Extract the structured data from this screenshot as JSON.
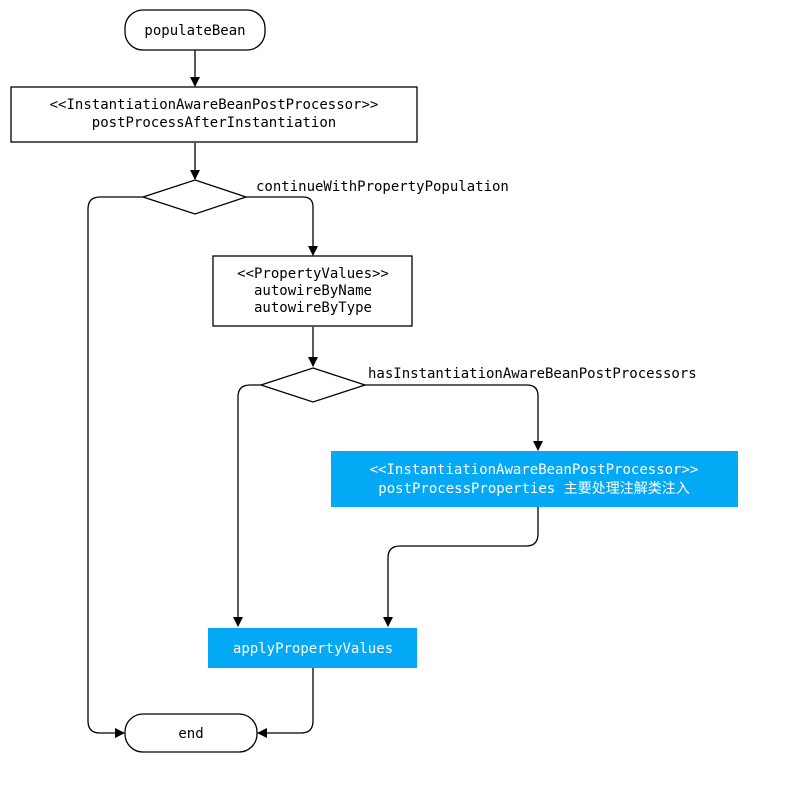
{
  "diagram": {
    "colors": {
      "stroke": "#000000",
      "highlight_fill": "#03a9f4",
      "highlight_text": "#ffffff",
      "background": "#ffffff"
    },
    "start": "populateBean",
    "step1": {
      "line1": "<<InstantiationAwareBeanPostProcessor>>",
      "line2": "postProcessAfterInstantiation"
    },
    "decision1_label": "continueWithPropertyPopulation",
    "step2": {
      "line1": "<<PropertyValues>>",
      "line2": "autowireByName",
      "line3": "autowireByType"
    },
    "decision2_label": "hasInstantiationAwareBeanPostProcessors",
    "step3": {
      "line1": "<<InstantiationAwareBeanPostProcessor>>",
      "line2": "postProcessProperties 主要处理注解类注入"
    },
    "step4": "applyPropertyValues",
    "end": "end"
  }
}
